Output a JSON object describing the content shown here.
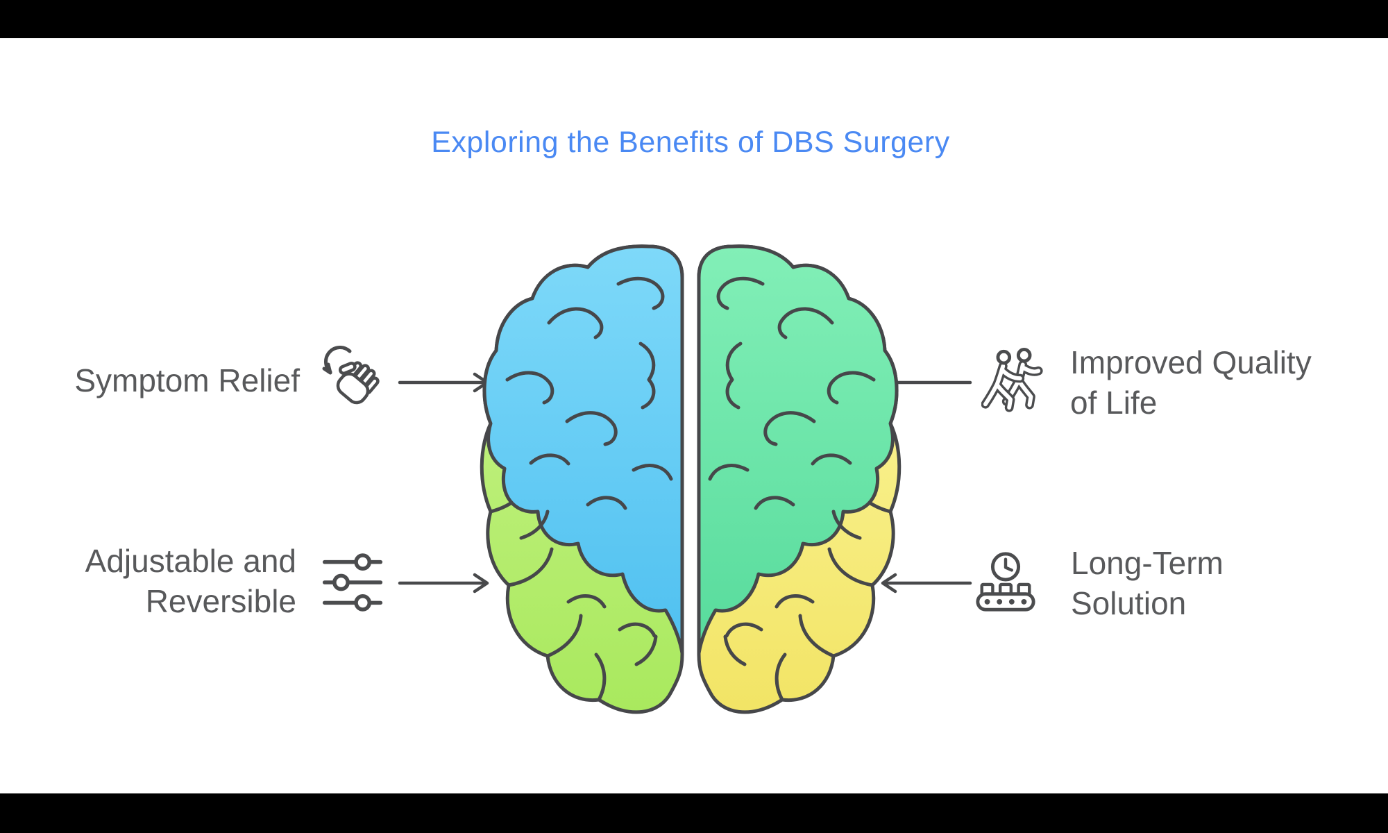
{
  "title": {
    "text": "Exploring the Benefits of DBS Surgery"
  },
  "benefits": [
    {
      "id": "symptom-relief",
      "label": "Symptom Relief",
      "lines": [
        "Symptom Relief"
      ],
      "icon": "hand-rotate-icon",
      "side": "left",
      "row": "top",
      "arrow_direction": "right"
    },
    {
      "id": "adjustable-reversible",
      "label": "Adjustable and Reversible",
      "lines": [
        "Adjustable and",
        "Reversible"
      ],
      "icon": "sliders-icon",
      "side": "left",
      "row": "bottom",
      "arrow_direction": "right"
    },
    {
      "id": "improved-quality-of-life",
      "label": "Improved Quality of Life",
      "lines": [
        "Improved Quality",
        "of Life"
      ],
      "icon": "people-walking-icon",
      "side": "right",
      "row": "top",
      "arrow_direction": "left"
    },
    {
      "id": "long-term-solution",
      "label": "Long-Term Solution",
      "lines": [
        "Long-Term",
        "Solution"
      ],
      "icon": "clock-conveyor-icon",
      "side": "right",
      "row": "bottom",
      "arrow_direction": "left"
    }
  ],
  "brain": {
    "quadrants": [
      {
        "position": "top-left",
        "color_top": "#7ED9F9",
        "color_bottom": "#4FC0F0"
      },
      {
        "position": "top-right",
        "color_top": "#82EFB7",
        "color_bottom": "#57DB9C"
      },
      {
        "position": "bottom-left",
        "color_top": "#BFF07C",
        "color_bottom": "#A9E95E"
      },
      {
        "position": "bottom-right",
        "color_top": "#F9F18E",
        "color_bottom": "#F2E465"
      }
    ],
    "outline_color": "#46474A"
  },
  "colors": {
    "accent_blue": "#4A89F3",
    "label_gray": "#58595B",
    "arrow_gray": "#48494B",
    "letterbox": "#000000",
    "background": "#FFFFFF"
  }
}
